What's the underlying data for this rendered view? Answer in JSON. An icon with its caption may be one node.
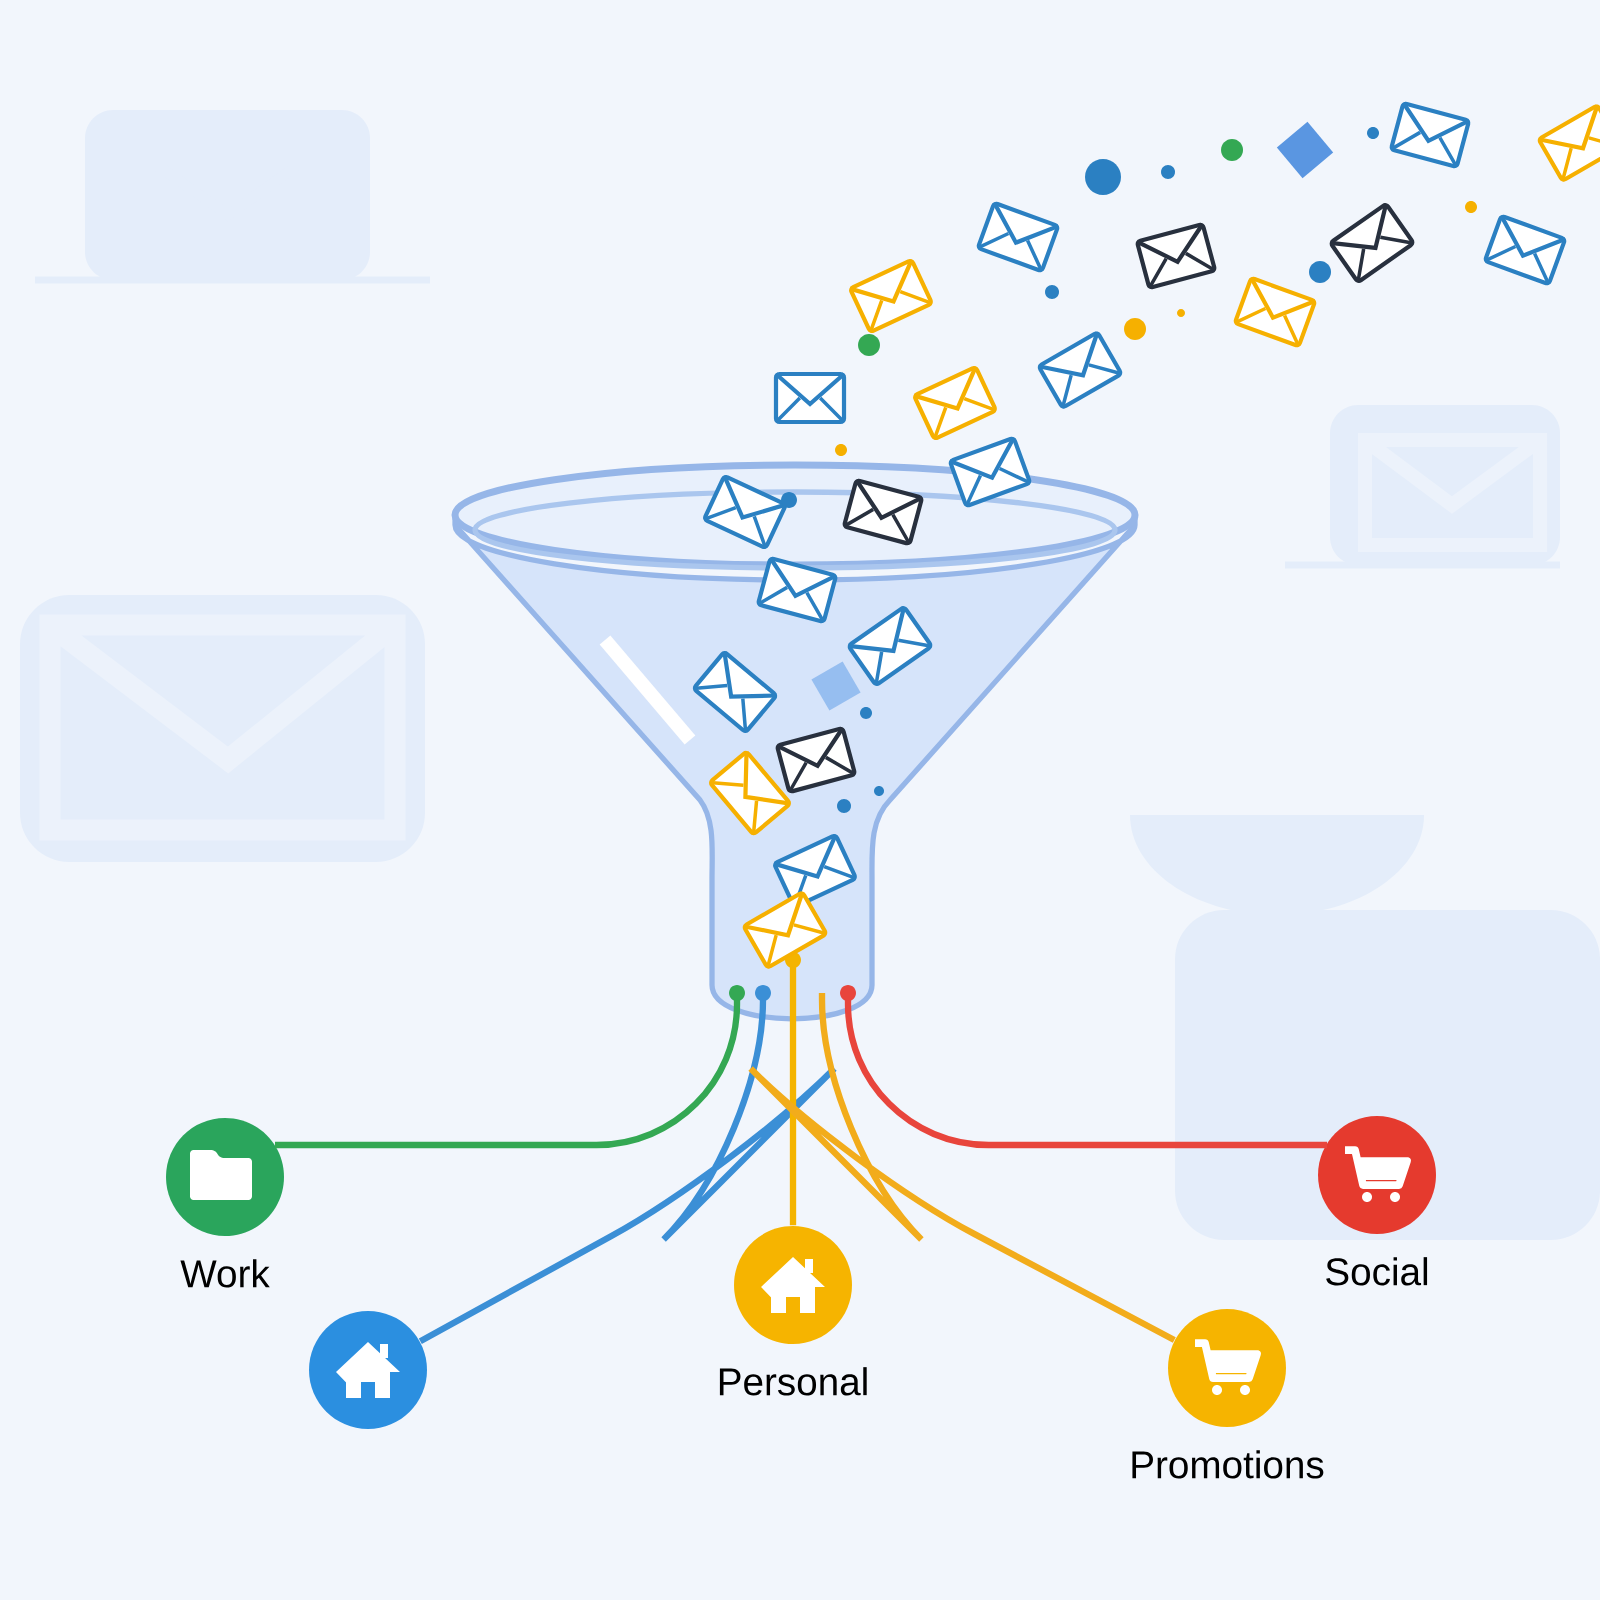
{
  "diagram": {
    "nodes": [
      {
        "text": [],
        "shape": "funnel"
      },
      {
        "text": [
          "Work"
        ]
      },
      {
        "text": [],
        "shape": "circle"
      },
      {
        "text": [
          "Personal"
        ]
      },
      {
        "text": [
          "Promotions"
        ]
      },
      {
        "text": [
          "Social"
        ]
      }
    ],
    "edges": [
      {
        "from": 0,
        "to": 1,
        "arrow": "other",
        "color": "#34a853"
      },
      {
        "from": 0,
        "to": 2,
        "arrow": "other",
        "color": "#3b8fd6"
      },
      {
        "from": 0,
        "to": 3,
        "arrow": "other",
        "color": "#f4b400"
      },
      {
        "from": 0,
        "to": 4,
        "arrow": "none",
        "color": "#f2ac1b"
      },
      {
        "from": 0,
        "to": 5,
        "arrow": "other",
        "color": "#e8453c"
      }
    ]
  }
}
